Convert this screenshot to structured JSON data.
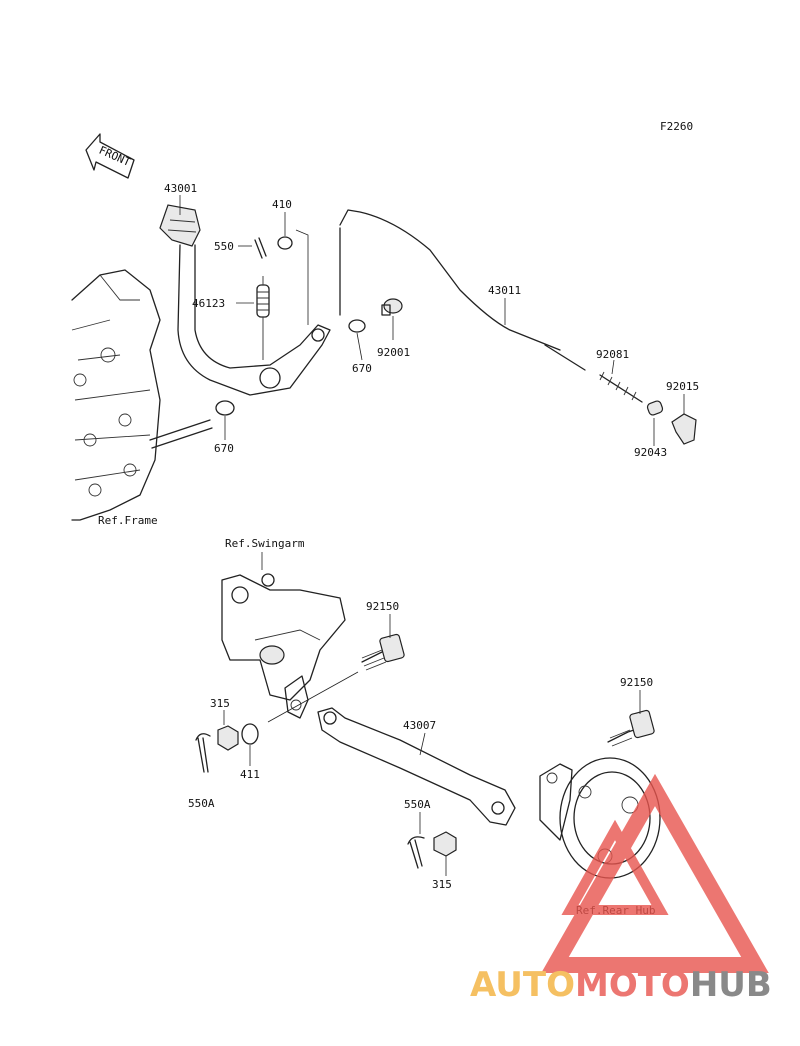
{
  "diagram_code": "F2260",
  "front_label": "FRONT",
  "parts": {
    "p43001": "43001",
    "p410": "410",
    "p550_top": "550",
    "p46123": "46123",
    "p92001": "92001",
    "p670_right": "670",
    "p670_left": "670",
    "p43011": "43011",
    "p92081": "92081",
    "p92015": "92015",
    "p92043": "92043",
    "p92150_upper": "92150",
    "p92150_lower": "92150",
    "p43007": "43007",
    "p315_left": "315",
    "p411": "411",
    "p550A_left": "550A",
    "p550A_right": "550A",
    "p315_right": "315"
  },
  "refs": {
    "frame": "Ref.Frame",
    "swingarm": "Ref.Swingarm",
    "rear_hub": "Ref.Rear Hub"
  },
  "watermark": {
    "auto": "AUTO",
    "moto": "MOTO",
    "hub": "HUB",
    "color_auto": "#f3b13c",
    "color_moto": "#e8554e",
    "color_hub": "#6c6c6c"
  }
}
